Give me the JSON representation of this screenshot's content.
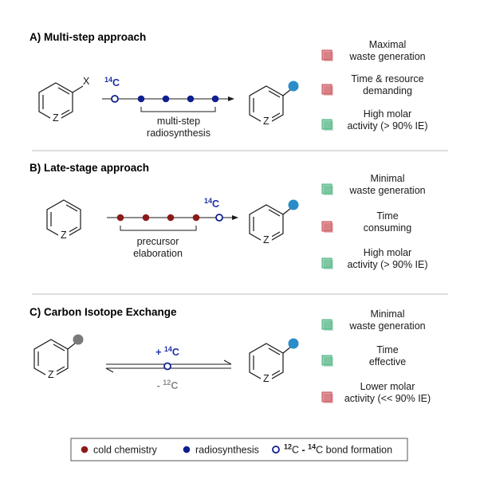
{
  "colors": {
    "cold": "#8b1a1a",
    "radio": "#0f1f8f",
    "label_blue": "#1f2fa6",
    "label_grey": "#8a8a8a",
    "bad": "#c84d55",
    "good": "#46b07c",
    "substituent_blue": "#2a8cc8",
    "substituent_grey": "#7a7a7a"
  },
  "sections": [
    {
      "title": "A) Multi-step approach",
      "substituent_label": "X",
      "ring_heteroatom": "Z",
      "isotope_mass": "14",
      "isotope_symbol": "C",
      "bracket_label": [
        "multi-step",
        "radiosynthesis"
      ],
      "benefits": [
        {
          "lines": [
            "Maximal",
            "waste generation"
          ],
          "status": "bad"
        },
        {
          "lines": [
            "Time & resource",
            "demanding"
          ],
          "status": "bad"
        },
        {
          "lines": [
            "High molar",
            "activity (> 90% IE)"
          ],
          "status": "good"
        }
      ]
    },
    {
      "title": "B) Late-stage approach",
      "ring_heteroatom": "Z",
      "isotope_mass": "14",
      "isotope_symbol": "C",
      "bracket_label": [
        "precursor",
        "elaboration"
      ],
      "benefits": [
        {
          "lines": [
            "Minimal",
            "waste generation"
          ],
          "status": "good"
        },
        {
          "lines": [
            "Time",
            "consuming"
          ],
          "status": "bad"
        },
        {
          "lines": [
            "High molar",
            "activity (> 90% IE)"
          ],
          "status": "good"
        }
      ]
    },
    {
      "title": "C) Carbon Isotope Exchange",
      "ring_heteroatom": "Z",
      "top_sign": "+ ",
      "top_mass": "14",
      "top_symbol": "C",
      "bottom_sign": "- ",
      "bottom_mass": "12",
      "bottom_symbol": "C",
      "benefits": [
        {
          "lines": [
            "Minimal",
            "waste generation"
          ],
          "status": "good"
        },
        {
          "lines": [
            "Time",
            "effective"
          ],
          "status": "good"
        },
        {
          "lines": [
            "Lower molar",
            "activity (<< 90% IE)"
          ],
          "status": "bad"
        }
      ]
    }
  ],
  "legend": {
    "cold": "cold chemistry",
    "radio": "radiosynthesis",
    "bond_mass1": "12",
    "bond_sym1": "C",
    "bond_dash": " - ",
    "bond_mass2": "14",
    "bond_sym2": "C",
    "bond_tail": " bond formation"
  }
}
